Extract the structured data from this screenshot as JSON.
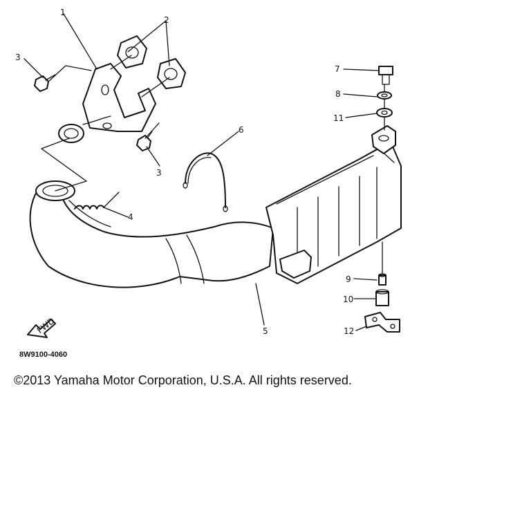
{
  "part_code": "8W9100-4060",
  "copyright": "©2013 Yamaha Motor Corporation, U.S.A. All rights reserved.",
  "fwd_label": "FWD",
  "callouts": [
    "1",
    "2",
    "3",
    "3",
    "4",
    "5",
    "6",
    "7",
    "8",
    "11",
    "9",
    "10",
    "12"
  ]
}
